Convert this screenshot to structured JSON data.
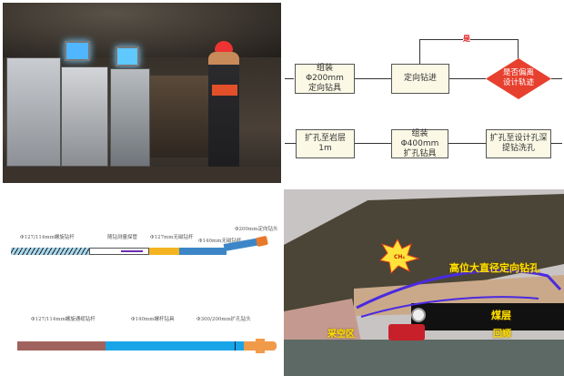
{
  "flowchart": {
    "boxes": [
      "组装\nΦ200mm\n定向钻具",
      "定向钻进",
      "扩孔至设计孔深\n提钻洗孔",
      "组装\nΦ400mm\n扩孔钻具",
      "扩孔至岩层\n1m"
    ],
    "decision": "是否偏离\n设计轨迹",
    "yes_label": "是",
    "colors": {
      "box": "#fbf9e6",
      "decision": "#e8402f",
      "yes": "#e02020"
    }
  },
  "drill_assembly_top": {
    "labels": [
      "Φ127/114mm螺旋钻杆",
      "随钻测量探管",
      "Φ127mm无磁钻杆",
      "Φ140mm无磁钻杆",
      "Φ200mm定向钻头"
    ]
  },
  "drill_assembly_bottom": {
    "labels": [
      "Φ127/114mm螺旋通缆钻杆",
      "Φ140mm螺杆钻具",
      "Φ300/200mm扩孔钻头"
    ]
  },
  "geology": {
    "gas": "CH₄",
    "borehole": "高位大直径定向钻孔",
    "coal_seam": "煤层",
    "goaf": "采空区",
    "return_roadway": "回顺"
  }
}
